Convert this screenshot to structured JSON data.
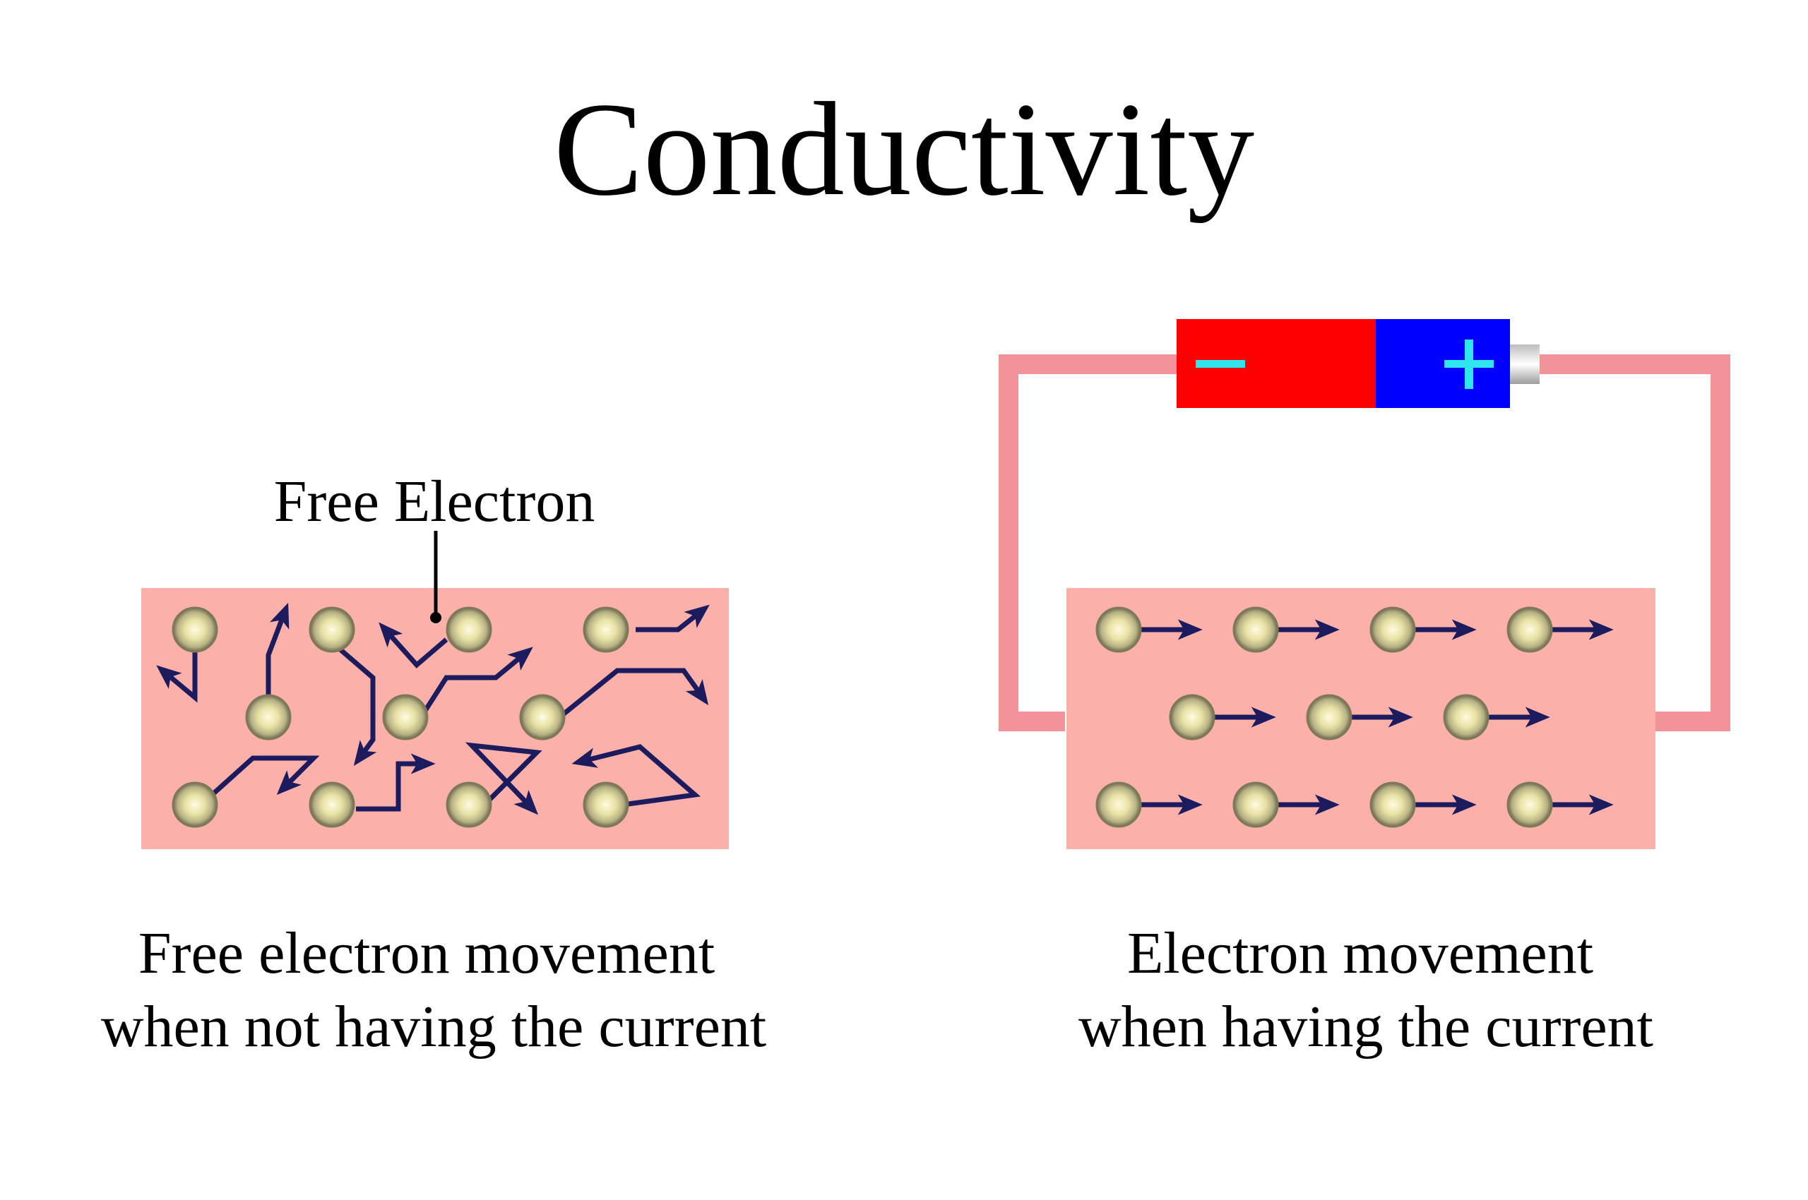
{
  "title": "Conductivity",
  "left": {
    "label": "Free Electron",
    "caption": [
      "Free electron movement",
      "when not having the current"
    ]
  },
  "right": {
    "caption": [
      "Electron movement",
      "when having the current"
    ],
    "battery": {
      "negative": "−",
      "positive": "+"
    }
  },
  "colors": {
    "conductor": "#fbb0aa",
    "wire": "#f2939a",
    "battery_negative": "#ff0000",
    "battery_positive": "#0000ff",
    "terminal_sign": "#2ee6f0",
    "arrow": "#1b1b5e",
    "electron_core": "#fffbe0",
    "electron_rim": "#8a8a63"
  }
}
